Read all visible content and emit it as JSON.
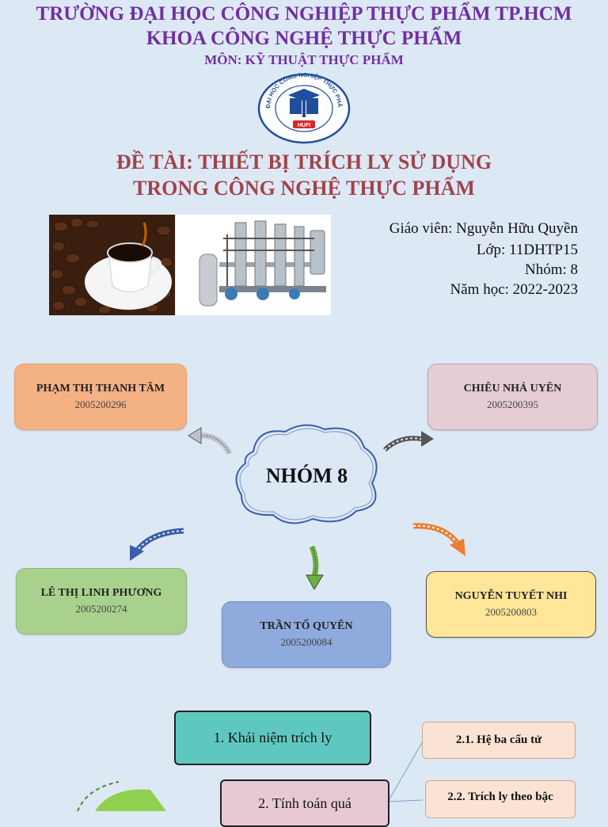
{
  "header": {
    "university": "TRƯỜNG ĐẠI HỌC CÔNG NGHIỆP THỰC PHẨM TP.HCM",
    "faculty": "KHOA CÔNG NGHỆ THỰC PHẨM",
    "subject": "MÔN: KỸ THUẬT THỰC PHẨM"
  },
  "logo": {
    "ring_text": "ĐẠI HỌC CÔNG NGHIỆP THỰC PHẨM TP.HỒ CHÍ MINH",
    "abbr": "HUFI"
  },
  "topic": {
    "line1": "ĐỀ TÀI: THIẾT BỊ TRÍCH LY SỬ DỤNG",
    "line2": "TRONG CÔNG NGHỆ THỰC PHẨM"
  },
  "info": {
    "teacher": "Giáo viên: Nguyễn Hữu Quyền",
    "class": "Lớp: 11DHTP15",
    "group": "Nhóm: 8",
    "year": "Năm học: 2022-2023"
  },
  "center": {
    "label": "NHÓM 8"
  },
  "members": [
    {
      "name": "PHẠM THỊ THANH TÂM",
      "id": "2005200296"
    },
    {
      "name": "CHIÊU NHẢ UYÊN",
      "id": "2005200395"
    },
    {
      "name": "LÊ THỊ LINH PHƯƠNG",
      "id": "2005200274"
    },
    {
      "name": "TRẦN TỐ QUYÊN",
      "id": "2005200084"
    },
    {
      "name": "NGUYỄN TUYẾT NHI",
      "id": "2005200803"
    }
  ],
  "outline": {
    "item1": "1. Khái niệm trích ly",
    "item2": "2. Tính toán quá",
    "sub1": "2.1. Hệ ba cấu tử",
    "sub2": "2.2. Trích ly theo bậc"
  },
  "colors": {
    "background": "#dde8f5",
    "header": "#7030a0",
    "topic": "#a0444a",
    "member1": "#f4b183",
    "member2": "#e6cdd3",
    "member3": "#a9d18e",
    "member4": "#8faadc",
    "member5": "#ffe699",
    "outline_item1": "#5ec8c0",
    "outline_item2": "#e7c9d6"
  }
}
